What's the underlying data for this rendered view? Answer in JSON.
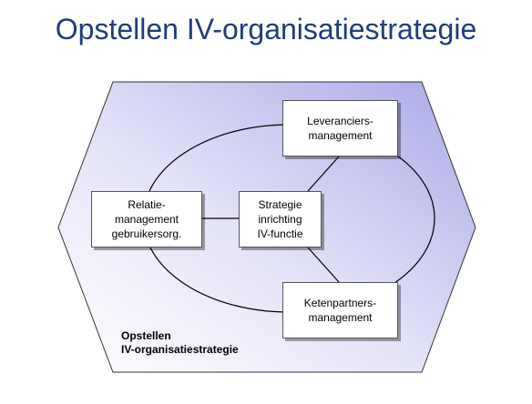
{
  "title": "Opstellen IV-organisatiestrategie",
  "colors": {
    "title": "#1f3d7a",
    "hexagon_fill_light": "#ffffff",
    "hexagon_fill_dark": "#a9a8e6",
    "outline": "#333333"
  },
  "boxes": {
    "leveranciers": {
      "line1": "Leveranciers-",
      "line2": "management"
    },
    "relatie": {
      "line1": "Relatie-",
      "line2": "management",
      "line3": "gebruikersorg."
    },
    "strategie": {
      "line1": "Strategie",
      "line2": "inrichting",
      "line3": "IV-functie"
    },
    "ketenpartners": {
      "line1": "Ketenpartners-",
      "line2": "management"
    }
  },
  "hexagon_label": {
    "line1": "Opstellen",
    "line2": "IV-organisatiestrategie"
  }
}
